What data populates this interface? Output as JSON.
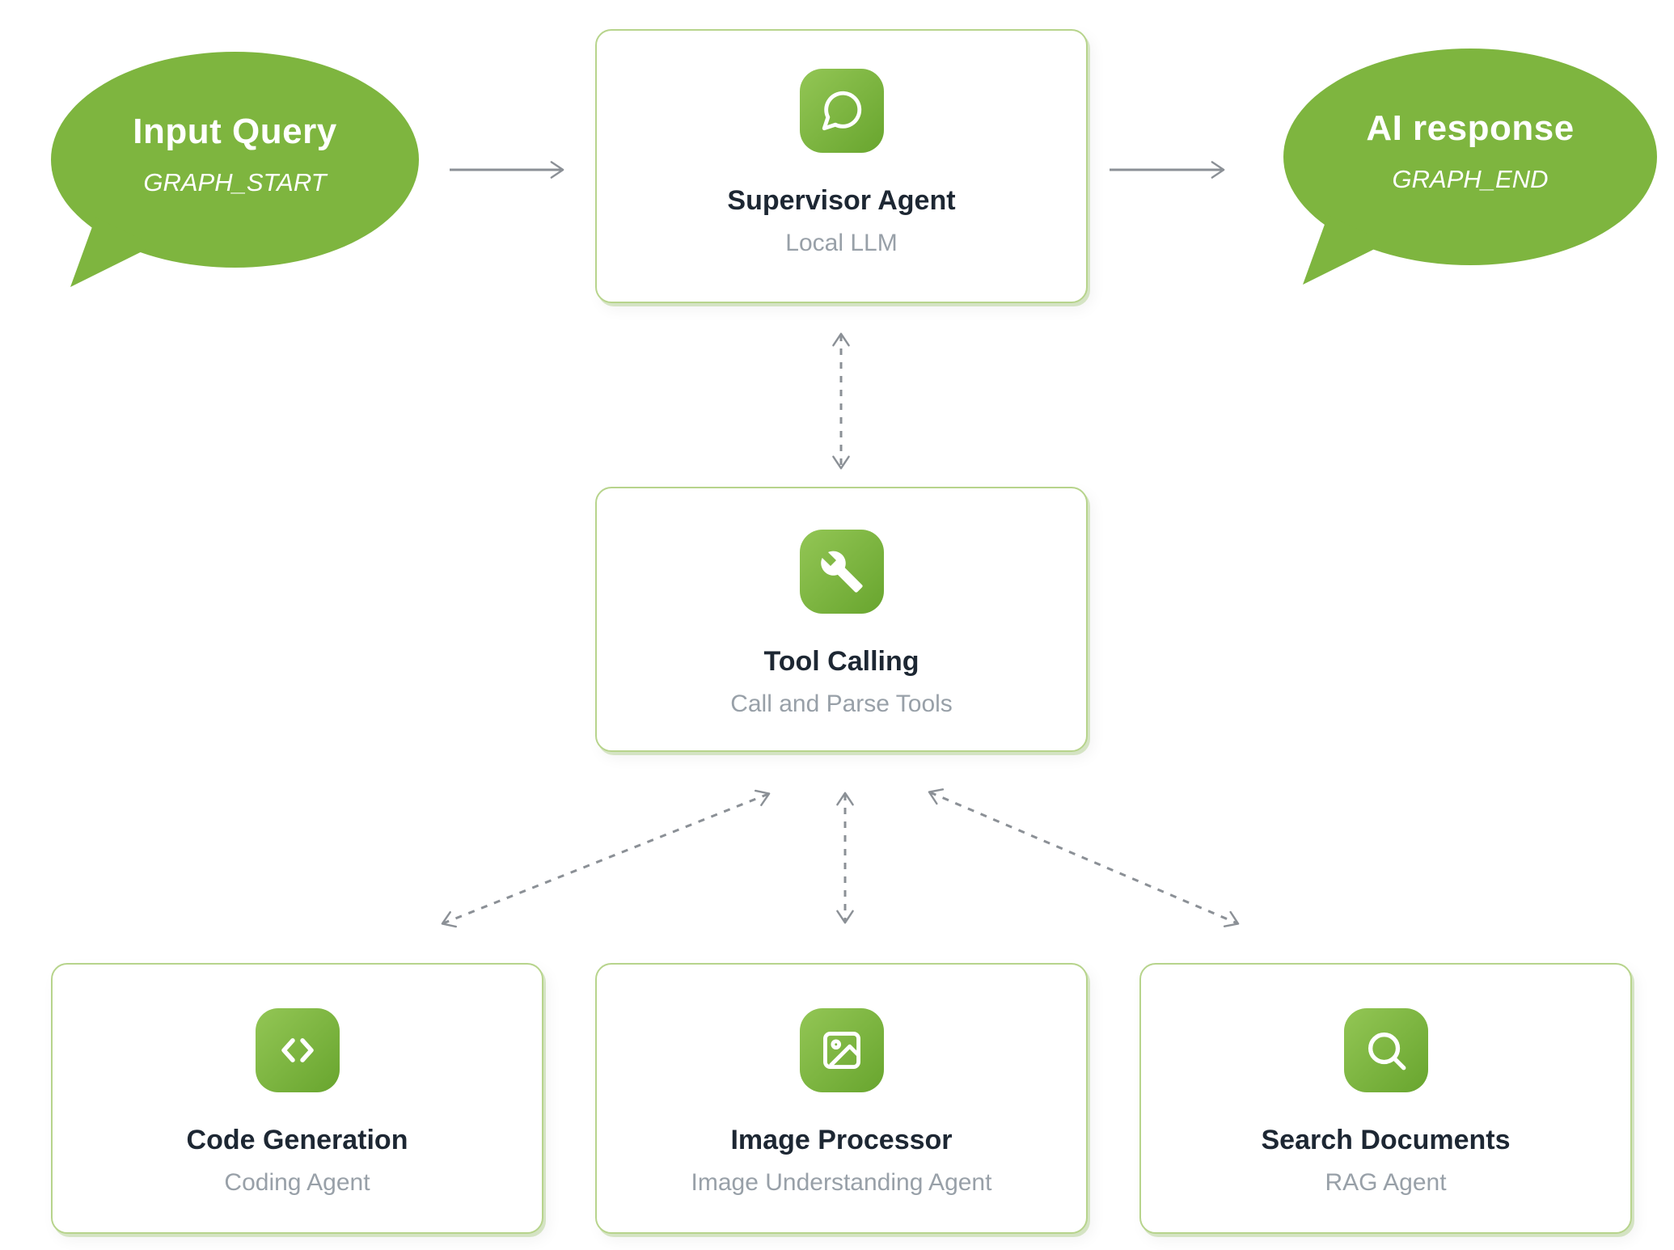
{
  "diagram": {
    "start_bubble": {
      "title": "Input Query",
      "subtitle": "GRAPH_START"
    },
    "end_bubble": {
      "title": "AI response",
      "subtitle": "GRAPH_END"
    },
    "supervisor_card": {
      "title": "Supervisor Agent",
      "subtitle": "Local LLM",
      "icon": "chat-bubble-icon"
    },
    "tool_calling_card": {
      "title": "Tool Calling",
      "subtitle": "Call and Parse Tools",
      "icon": "wrench-icon"
    },
    "agent_cards": [
      {
        "title": "Code Generation",
        "subtitle": "Coding Agent",
        "icon": "code-brackets-icon"
      },
      {
        "title": "Image Processor",
        "subtitle": "Image Understanding Agent",
        "icon": "image-icon"
      },
      {
        "title": "Search Documents",
        "subtitle": "RAG Agent",
        "icon": "search-icon"
      }
    ],
    "colors": {
      "green": "#7eb53f",
      "green_tile_light": "#93c655",
      "green_tile_dark": "#68a52e",
      "card_border": "#b7d48c",
      "title_text": "#1d2733",
      "subtitle_text": "#98a0a8",
      "arrow": "#8b9096",
      "background": "#ffffff"
    }
  }
}
